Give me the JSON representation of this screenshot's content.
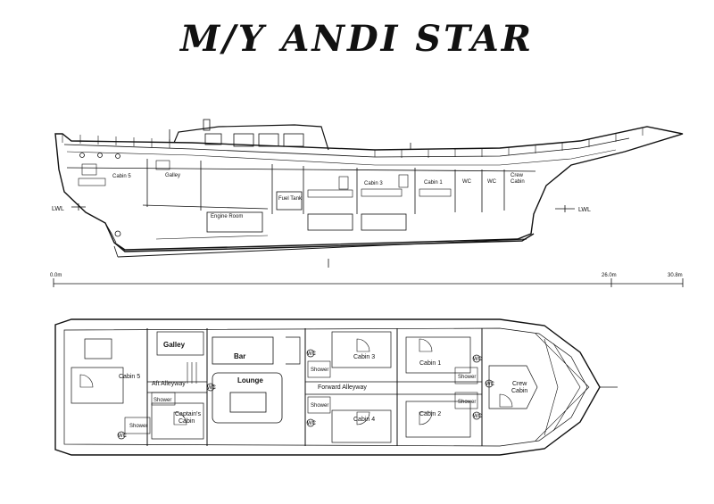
{
  "title": "M/Y ANDI STAR",
  "profile": {
    "lwl_left": "LWL",
    "lwl_right": "LWL",
    "labels": {
      "cabin5": "Cabin 5",
      "galley": "Galley",
      "engine_room": "Engine Room",
      "fuel_tank": "Fuel Tank",
      "cabin3": "Cabin 3",
      "cabin1": "Cabin 1",
      "crew_cabin_l1": "Crew",
      "crew_cabin_l2": "Cabin",
      "wc_a": "WC",
      "wc_b": "WC"
    }
  },
  "scale": {
    "start": "0.0m",
    "mid": "26.0m",
    "end": "30.8m"
  },
  "plan": {
    "galley": "Galley",
    "bar": "Bar",
    "lounge": "Lounge",
    "cabin5": "Cabin 5",
    "aft_alleyway": "Aft Alleyway",
    "captains_cabin_l1": "Captain's",
    "captains_cabin_l2": "Cabin",
    "shower_aft_1": "Shower",
    "shower_aft_2": "Shower",
    "shower_c3": "Shower",
    "shower_c4": "Shower",
    "cabin3": "Cabin 3",
    "cabin4": "Cabin 4",
    "forward_alleyway": "Forward Alleyway",
    "cabin1": "Cabin 1",
    "cabin2": "Cabin 2",
    "shower_c1": "Shower",
    "shower_c2": "Shower",
    "crew_cabin_l1": "Crew",
    "crew_cabin_l2": "Cabin",
    "wc_1": "WC",
    "wc_2": "WC",
    "wc_3": "WC",
    "wc_4": "WC",
    "wc_5": "WC",
    "wc_6": "WC",
    "wc_7": "WC"
  }
}
